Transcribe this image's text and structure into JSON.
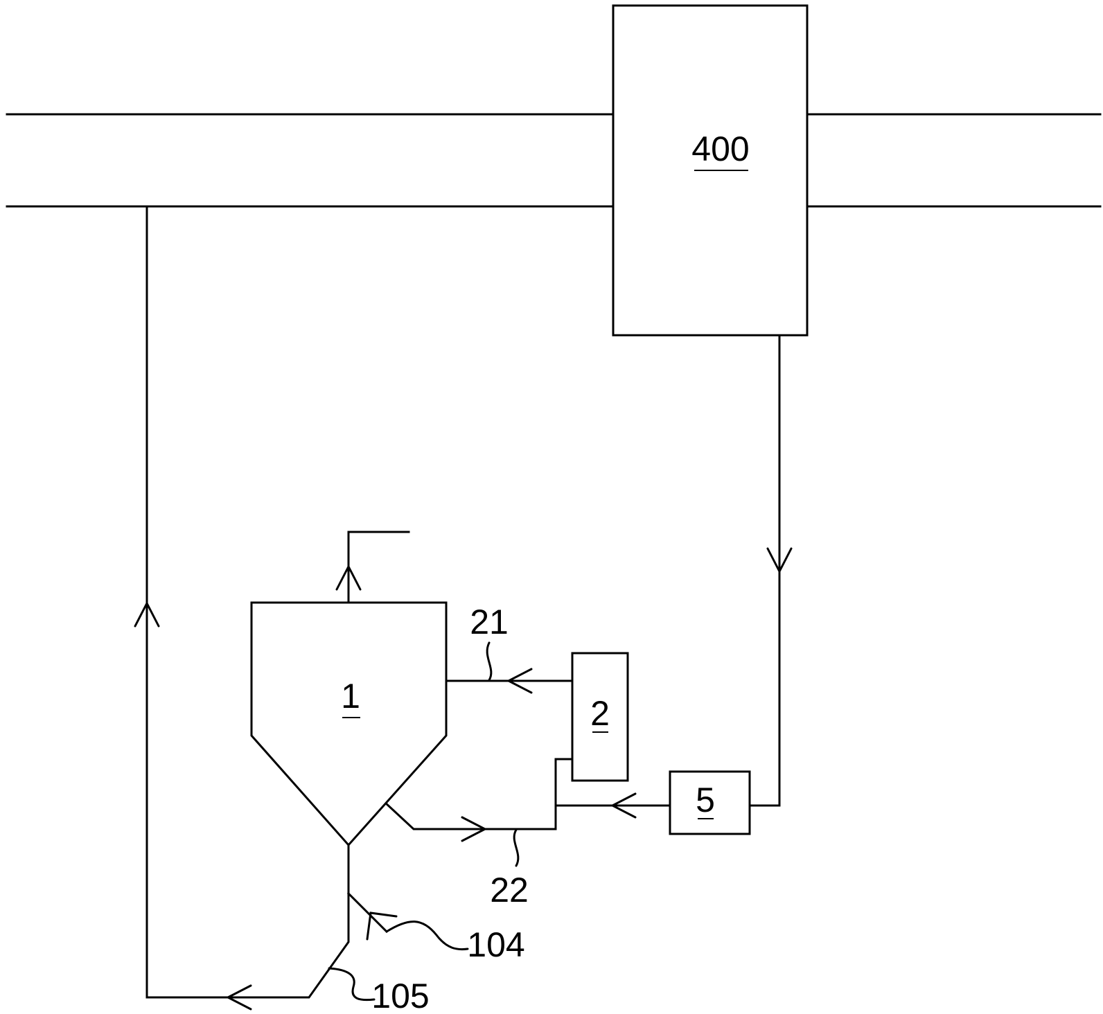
{
  "diagram": {
    "components": {
      "unit_400": "400",
      "vessel_1": "1",
      "unit_2": "2",
      "unit_5": "5"
    },
    "callouts": {
      "line_21": "21",
      "line_22": "22",
      "line_104": "104",
      "line_105": "105"
    }
  }
}
